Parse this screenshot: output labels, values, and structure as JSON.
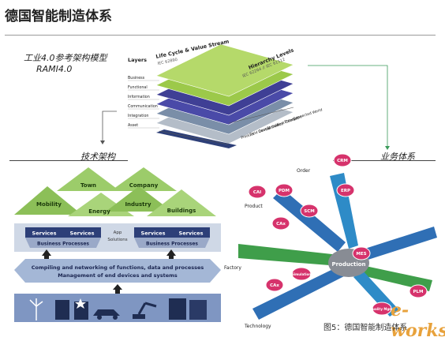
{
  "header": {
    "title": "德国智能制造体系"
  },
  "rami": {
    "caption_line1": "工业4.0参考架构模型",
    "caption_line2": "RAMI4.0",
    "layers_title": "Layers",
    "layers": [
      "Business",
      "Functional",
      "Information",
      "Communication",
      "Integration",
      "Asset"
    ],
    "axis_lifecycle": "Life Cycle & Value Stream",
    "axis_lifecycle_std": "IEC 62890",
    "axis_hierarchy": "Hierarchy Levels",
    "axis_hierarchy_std": "IEC 62264 // IEC 61512",
    "hierarchy_levels": [
      "Connected World",
      "Enterprise",
      "Work Centers",
      "Station",
      "Control Device",
      "Field Device",
      "Product"
    ],
    "layer_colors": [
      "#b5d96a",
      "#9cc94a",
      "#3f3f95",
      "#4a4aa8",
      "#7a8ea8",
      "#b4bdc8"
    ]
  },
  "tech": {
    "label": "技术架构",
    "top_nodes": [
      "Town",
      "Company"
    ],
    "mid_nodes": [
      "Mobility",
      "Energy",
      "Industry",
      "Buildings"
    ],
    "services": [
      "Services",
      "Services",
      "Services",
      "Services"
    ],
    "app_label": "App",
    "solutions_label": "Solutions",
    "business_processes": [
      "Business Processes",
      "Business Processes"
    ],
    "bottom_line1": "Compiling and networking of functions, data and processes",
    "bottom_line2": "Management of end devices and systems"
  },
  "biz": {
    "label": "业务体系",
    "center": "Production",
    "arm_labels": [
      "Order",
      "Product",
      "Factory",
      "Technology"
    ],
    "nodes": [
      "CRM",
      "ERP",
      "CAI",
      "PDM",
      "SCM",
      "CAx",
      "MES",
      "Simulation",
      "CAx",
      "PLM",
      "Quality Mgmt"
    ],
    "arm_colors": {
      "order": "#2e8bc7",
      "product": "#2f6fb5",
      "factory": "#3f9e4a",
      "technology": "#2f6fb5"
    },
    "node_color": "#d6336c"
  },
  "figure": {
    "caption": "图5：德国智能制造体系"
  },
  "watermark": "e-works"
}
